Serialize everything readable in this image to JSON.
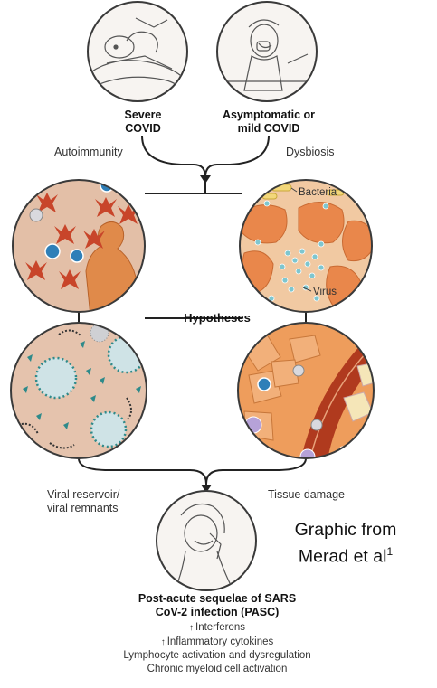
{
  "inputs": {
    "severe": "Severe\nCOVID",
    "mild": "Asymptomatic or\nmild COVID"
  },
  "hypotheses_label": "Hypotheses",
  "hypotheses": {
    "autoimmunity": "Autoimmunity",
    "dysbiosis": "Dysbiosis",
    "viral_reservoir": "Viral reservoir/\nviral remnants",
    "tissue_damage": "Tissue damage"
  },
  "dysbiosis_callouts": {
    "bacteria": "Bacteria",
    "virus": "Virus"
  },
  "credit": {
    "line1": "Graphic from",
    "line2": "Merad et al",
    "sup": "1"
  },
  "outcome": {
    "title": "Post-acute sequelae of SARS\nCoV-2 infection (PASC)",
    "items": [
      "Interferons",
      "Inflammatory cytokines",
      "Lymphocyte activation and dysregulation",
      "Chronic myeloid cell activation"
    ]
  },
  "colors": {
    "circle_border": "#3a3a3a",
    "autoimmunity_bg": "#e3bfa7",
    "antibody": "#c8452a",
    "person_silhouette": "#e08a4a",
    "blue_cell": "#2f7fb8",
    "dysbiosis_bg": "#f1c9a2",
    "epithelial_cell": "#e9874b",
    "virus_particle": "#7ec6cf",
    "bacteria": "#f3d77a",
    "viral_bg": "#e5c3ad",
    "virus_body": "#cfe3e6",
    "virus_spike": "#2e8a8a",
    "tissue_bg": "#ee9d5c",
    "vessel": "#b03a1e",
    "flow_line": "#222222"
  }
}
